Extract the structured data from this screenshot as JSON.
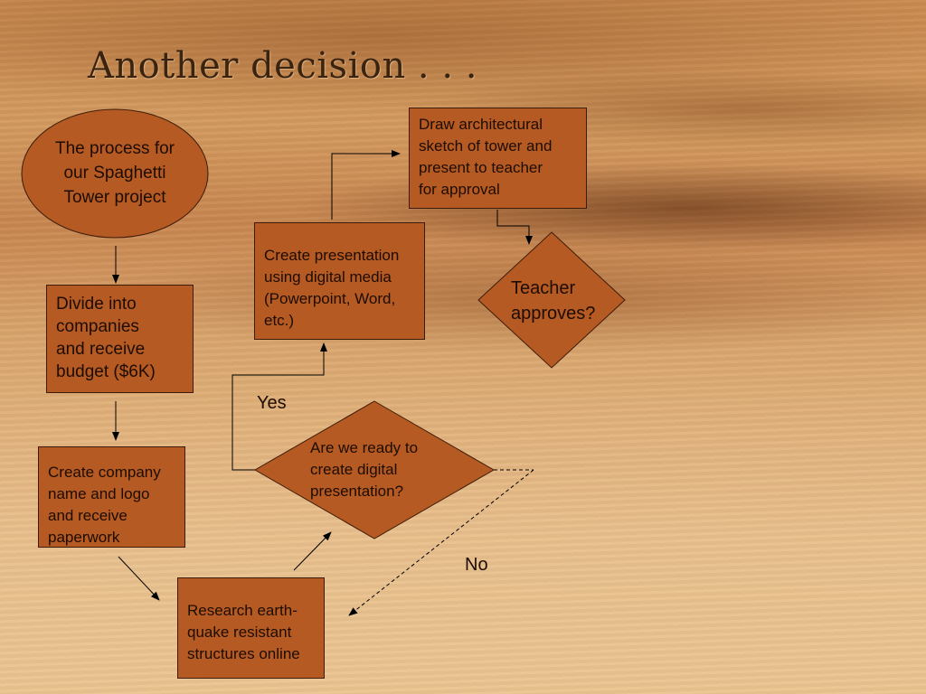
{
  "title": "Another decision . . .",
  "nodes": {
    "start": "The process for\nour Spaghetti\nTower project",
    "divide": "Divide into\ncompanies\nand receive\nbudget ($6K)",
    "company": "Create company\nname and logo\nand receive\npaperwork",
    "research": "Research earth-\nquake resistant\nstructures online",
    "ready_decision": "Are we ready to\ncreate digital\npresentation?",
    "presentation": "Create presentation\nusing digital media\n(Powerpoint, Word,\netc.)",
    "sketch": "Draw architectural\nsketch of tower and\npresent to teacher\nfor approval",
    "approve_decision": "Teacher\napproves?"
  },
  "edge_labels": {
    "yes": "Yes",
    "no": "No"
  },
  "colors": {
    "box_fill": "#b65a23",
    "box_border": "#3c1c08",
    "text": "#1c0c02",
    "title": "#3a2410"
  }
}
